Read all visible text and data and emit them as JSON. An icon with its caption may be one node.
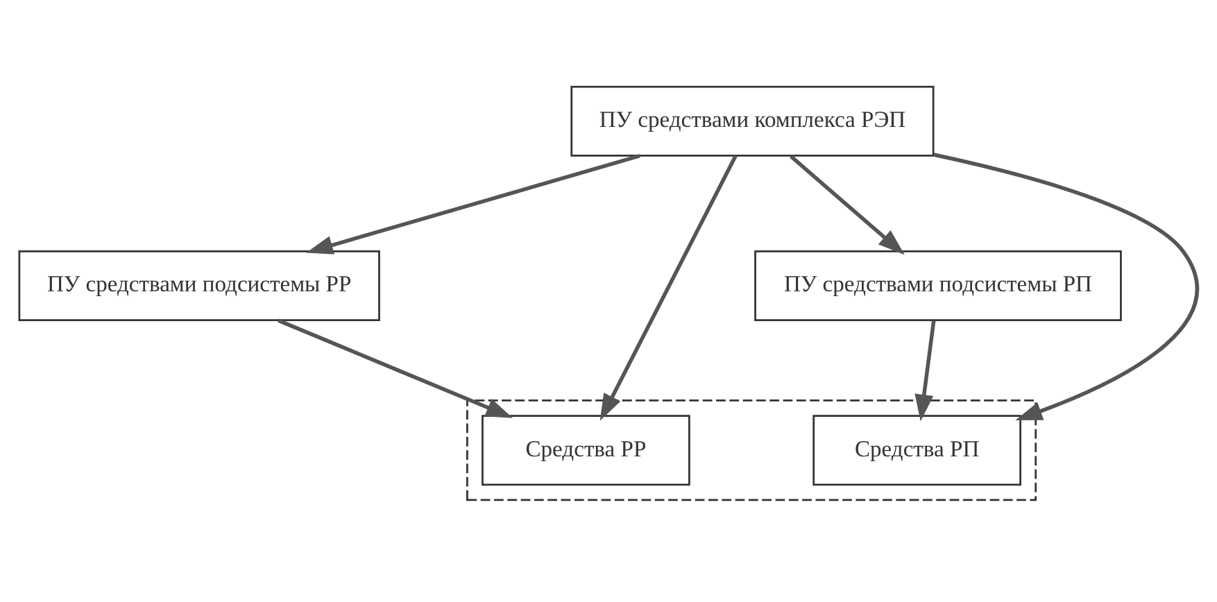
{
  "diagram": {
    "nodes": [
      {
        "text": [
          "ПУ средствами комплекса РЭП"
        ]
      },
      {
        "text": [
          "ПУ средствами подсистемы РР"
        ]
      },
      {
        "text": [
          "ПУ средствами подсистемы РП"
        ]
      },
      {
        "text": [],
        "shape": "box"
      },
      {
        "text": [
          "Средства РР"
        ],
        "in": 3
      },
      {
        "text": [
          "Средства РП"
        ],
        "in": 3
      }
    ],
    "edges": [
      {
        "from": 0,
        "to": 1,
        "arrow": "to"
      },
      {
        "from": 0,
        "to": 4,
        "arrow": "to"
      },
      {
        "from": 0,
        "to": 5,
        "arrow": "to"
      },
      {
        "from": 0,
        "to": 2,
        "arrow": "to"
      },
      {
        "from": 1,
        "to": 4,
        "arrow": "to"
      },
      {
        "from": 2,
        "to": 5,
        "arrow": "to"
      }
    ]
  }
}
